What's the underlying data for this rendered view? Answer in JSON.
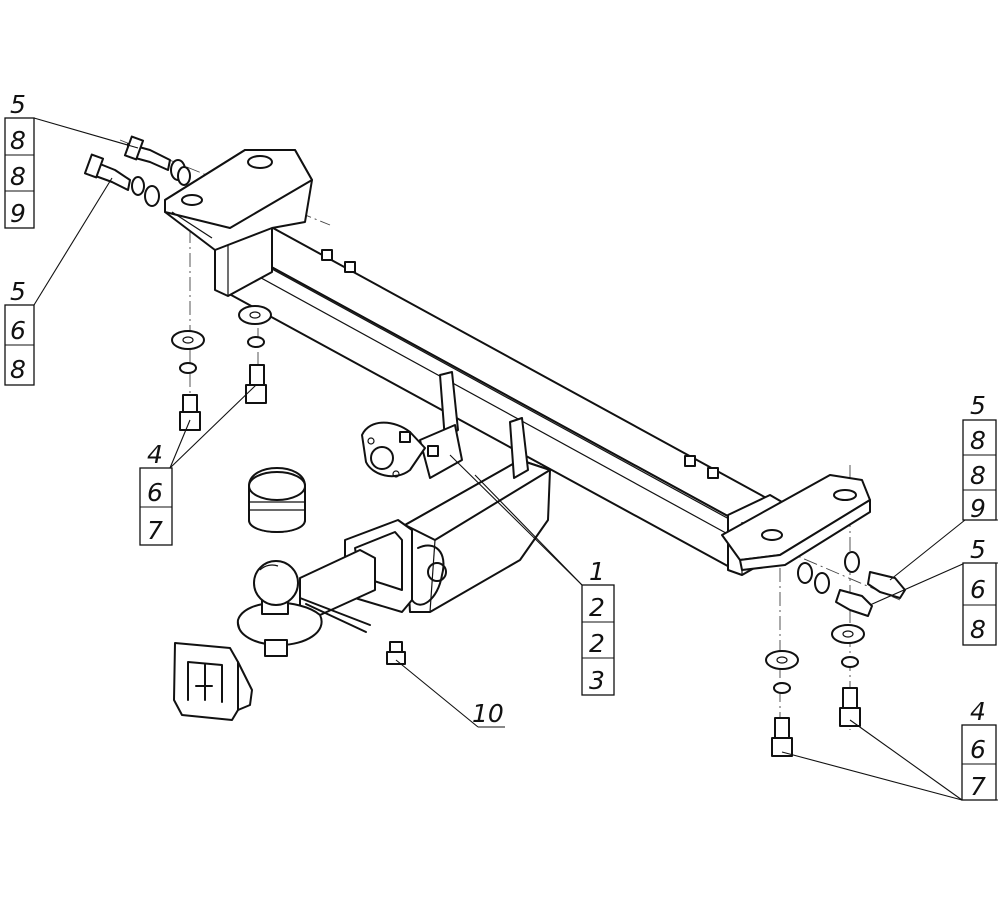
{
  "callouts": {
    "top_left_a": [
      "5",
      "8",
      "8",
      "9"
    ],
    "top_left_b": [
      "5",
      "6",
      "8"
    ],
    "left_mid": [
      "4",
      "6",
      "7"
    ],
    "center": [
      "1",
      "2",
      "2",
      "3"
    ],
    "bolt_bottom": [
      "10"
    ],
    "right_a": [
      "5",
      "8",
      "8",
      "9"
    ],
    "right_b": [
      "5",
      "6",
      "8"
    ],
    "right_bottom": [
      "4",
      "6",
      "7"
    ]
  },
  "icons": {
    "logo_cap": "logo-plug-icon"
  },
  "colors": {
    "line": "#111111",
    "background": "#ffffff"
  }
}
